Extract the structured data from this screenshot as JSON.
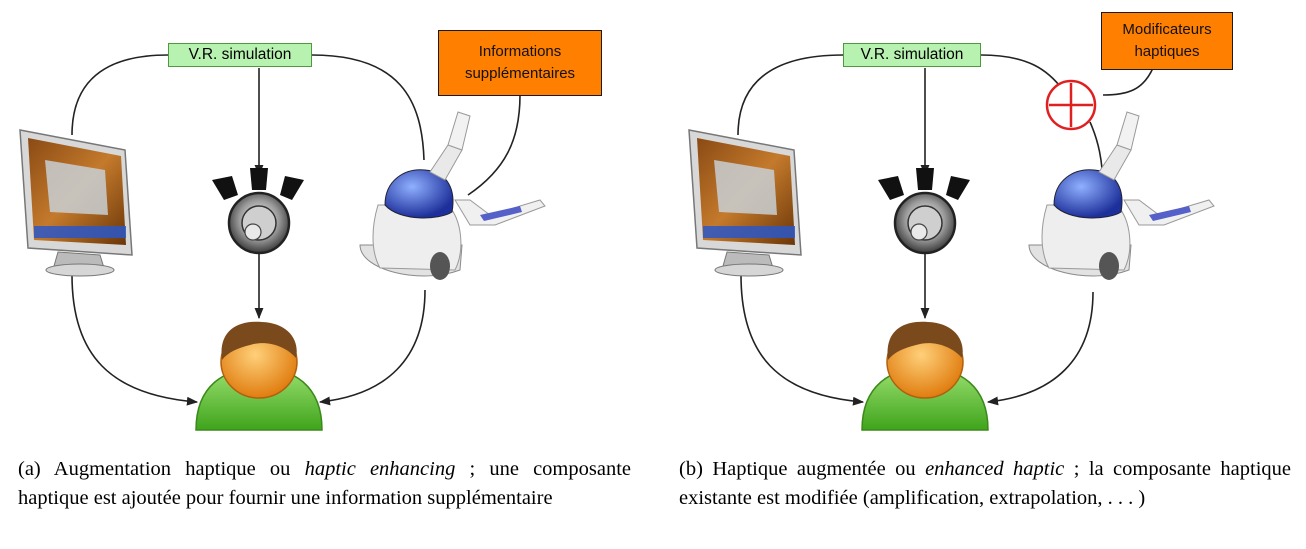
{
  "panels": [
    {
      "id": "a",
      "center_label": "V.R. simulation",
      "side_label_line1": "Informations",
      "side_label_line2": "supplémentaires",
      "caption": {
        "prefix": "(a) Augmentation haptique ou ",
        "italic": "haptic enhancing",
        "suffix": " ; une composante haptique est ajoutée pour fournir une information supplémentaire"
      }
    },
    {
      "id": "b",
      "center_label": "V.R. simulation",
      "side_label_line1": "Modificateurs",
      "side_label_line2": "haptiques",
      "caption": {
        "prefix": "(b) Haptique augmentée ou ",
        "italic": "enhanced haptic",
        "suffix": " ; la composante haptique existante est modifiée (amplification, extrapolation, . . . )"
      }
    }
  ],
  "colors": {
    "green_box": "#b8f2b0",
    "orange_box": "#ff7f00",
    "plus_circle": "#e02020",
    "user_body": "#5cc13a",
    "user_head": "#f29a2e"
  },
  "icons": [
    "monitor-icon",
    "speaker-icon",
    "haptic-device-icon",
    "user-icon",
    "plus-icon"
  ]
}
